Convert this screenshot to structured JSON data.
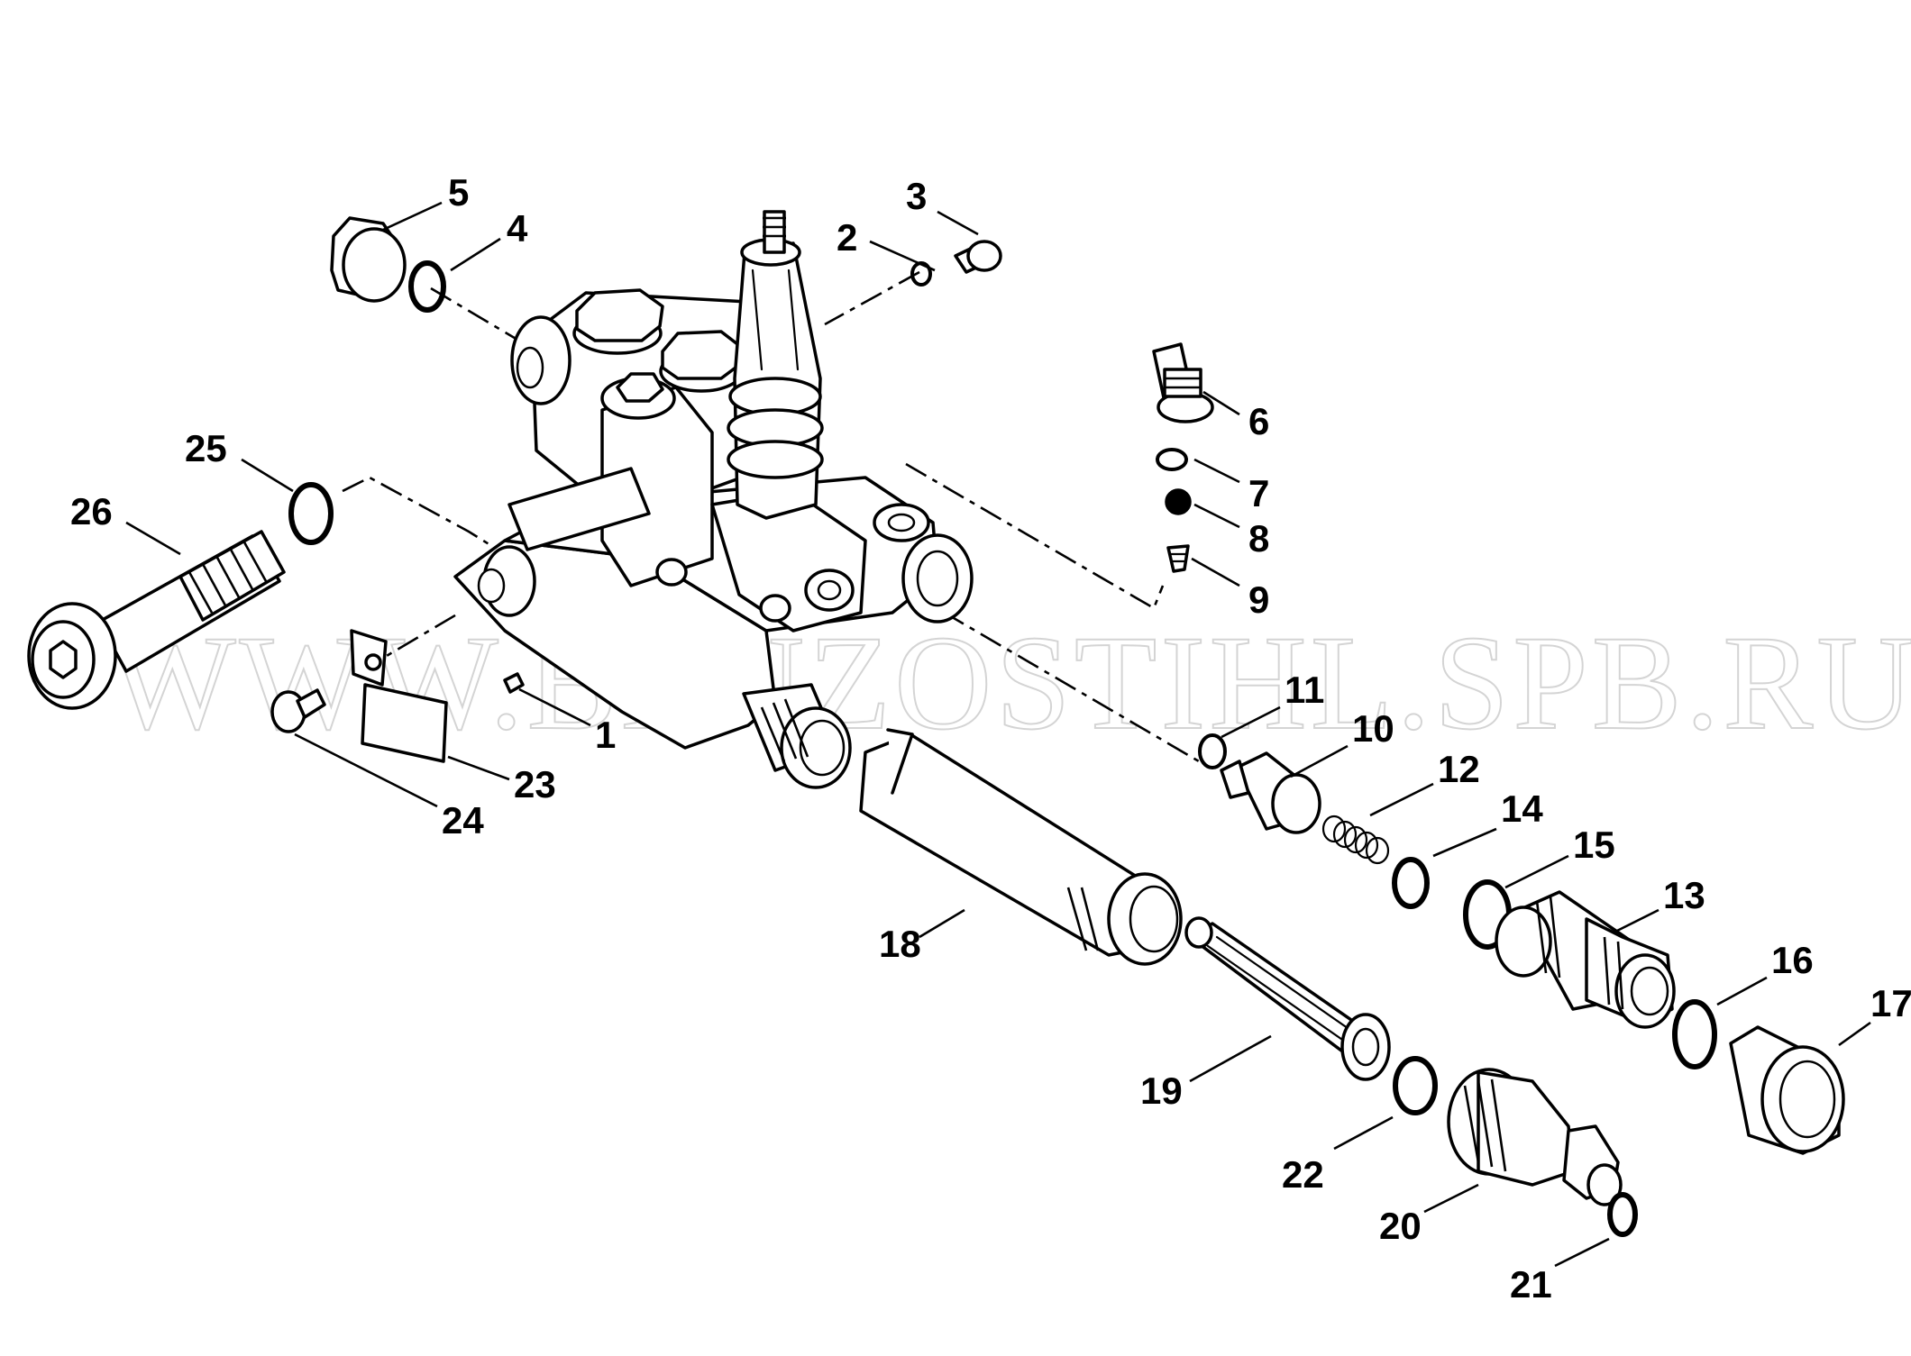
{
  "watermark": "WWW.BENZOSTIHL.SPB.RU",
  "callouts": [
    {
      "id": "1",
      "label": "1"
    },
    {
      "id": "2",
      "label": "2"
    },
    {
      "id": "3",
      "label": "3"
    },
    {
      "id": "4",
      "label": "4"
    },
    {
      "id": "5",
      "label": "5"
    },
    {
      "id": "6",
      "label": "6"
    },
    {
      "id": "7",
      "label": "7"
    },
    {
      "id": "8",
      "label": "8"
    },
    {
      "id": "9",
      "label": "9"
    },
    {
      "id": "10",
      "label": "10"
    },
    {
      "id": "11",
      "label": "11"
    },
    {
      "id": "12",
      "label": "12"
    },
    {
      "id": "13",
      "label": "13"
    },
    {
      "id": "14",
      "label": "14"
    },
    {
      "id": "15",
      "label": "15"
    },
    {
      "id": "16",
      "label": "16"
    },
    {
      "id": "17",
      "label": "17"
    },
    {
      "id": "18",
      "label": "18"
    },
    {
      "id": "19",
      "label": "19"
    },
    {
      "id": "20",
      "label": "20"
    },
    {
      "id": "21",
      "label": "21"
    },
    {
      "id": "22",
      "label": "22"
    },
    {
      "id": "23",
      "label": "23"
    },
    {
      "id": "24",
      "label": "24"
    },
    {
      "id": "25",
      "label": "25"
    },
    {
      "id": "26",
      "label": "26"
    }
  ],
  "colors": {
    "ink": "#000000",
    "background": "#ffffff",
    "watermark": "#d4d4d4"
  }
}
